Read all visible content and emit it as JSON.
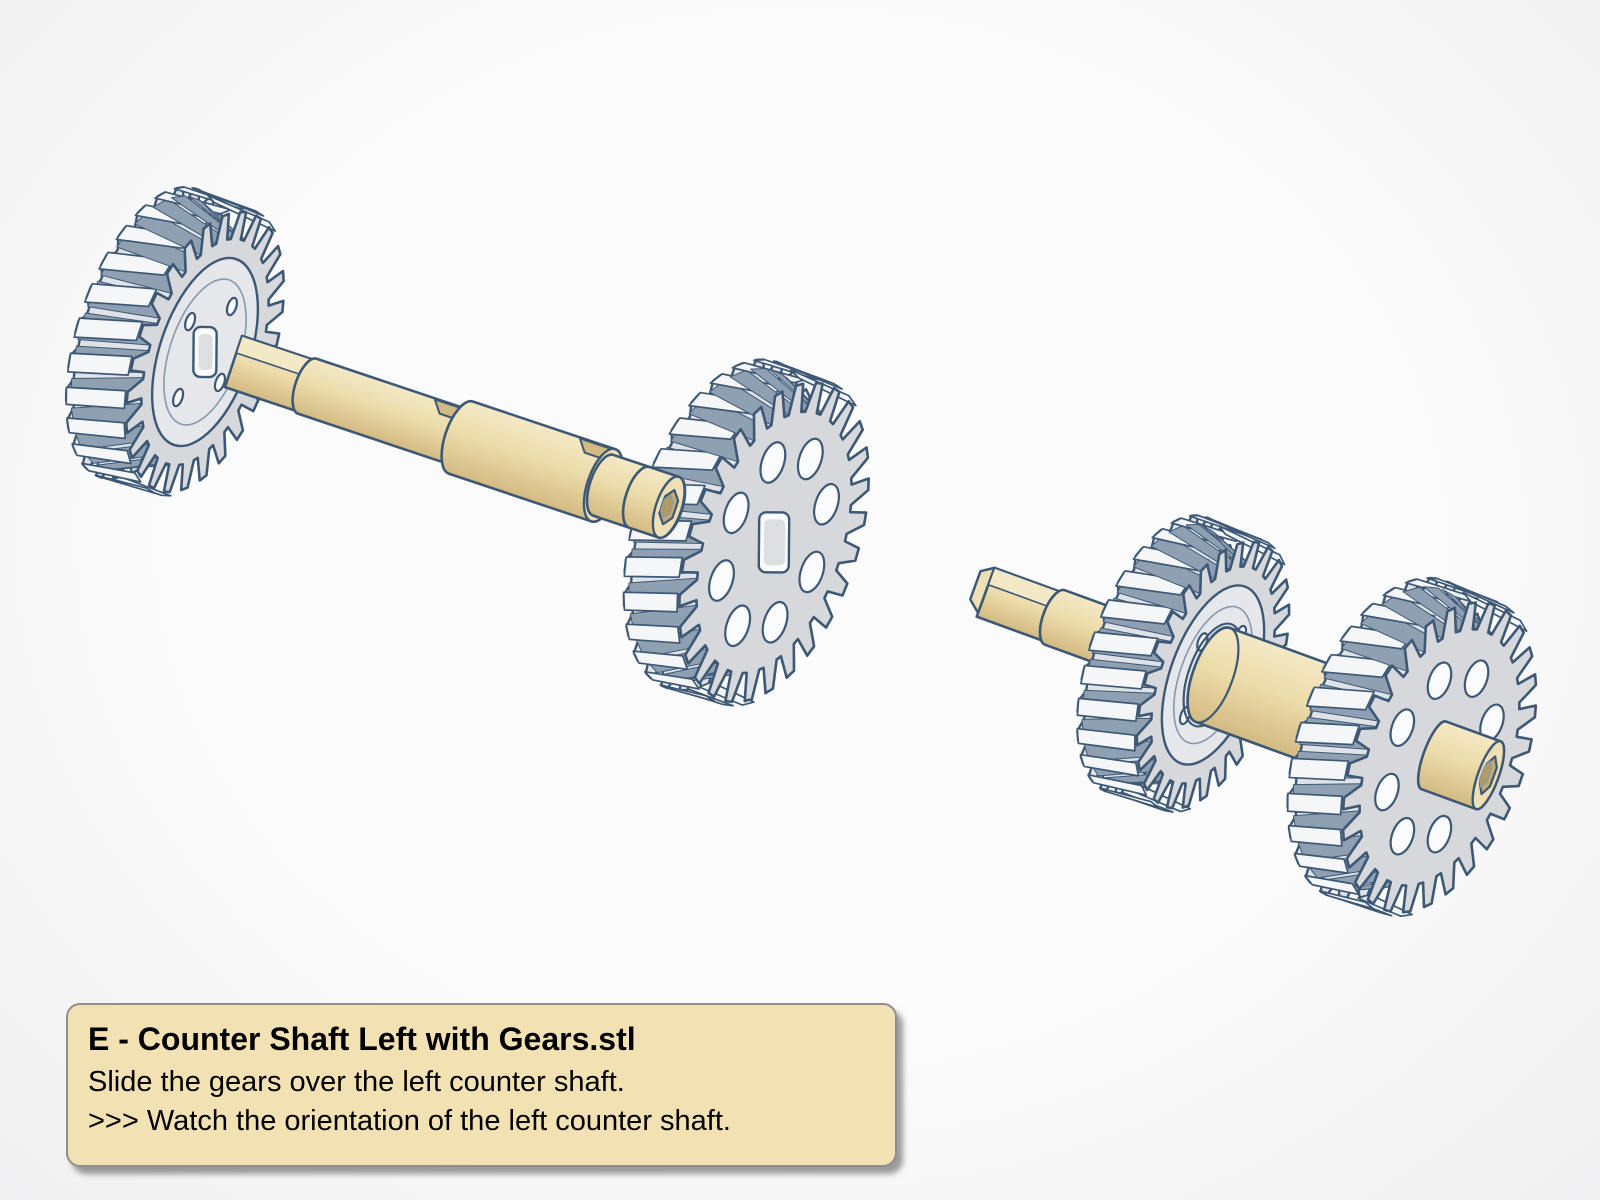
{
  "callout": {
    "title": "E - Counter Shaft Left with Gears.stl",
    "line1": "Slide the gears over the left counter shaft.",
    "line2": ">>> Watch the orientation of the left counter shaft."
  },
  "colors": {
    "background_center": "#fbfbfb",
    "background_edge": "#f0f0f1",
    "outline": "#3d5875",
    "outline_soft": "#8699ad",
    "gear_face": "#d6d8db",
    "gear_back": "#dfe2e6",
    "gear_hub": "#e5e7ea",
    "tooth_top": "#f5f6f8",
    "groove": "#8fa0b3",
    "hole_fill": "#fafbfc",
    "square_hole_inner": "#dcdee2",
    "shaft_light": "#f4e9c6",
    "shaft_mid": "#ecdcaa",
    "shaft_dark": "#d3ba82",
    "shaft_face": "#eee0b4",
    "hex_hole": "#c3aa74",
    "hex_hole_dark": "#b29a64",
    "callout_bg": "#f2e2b3",
    "callout_border": "#8e8e8e",
    "callout_text": "#000000"
  }
}
